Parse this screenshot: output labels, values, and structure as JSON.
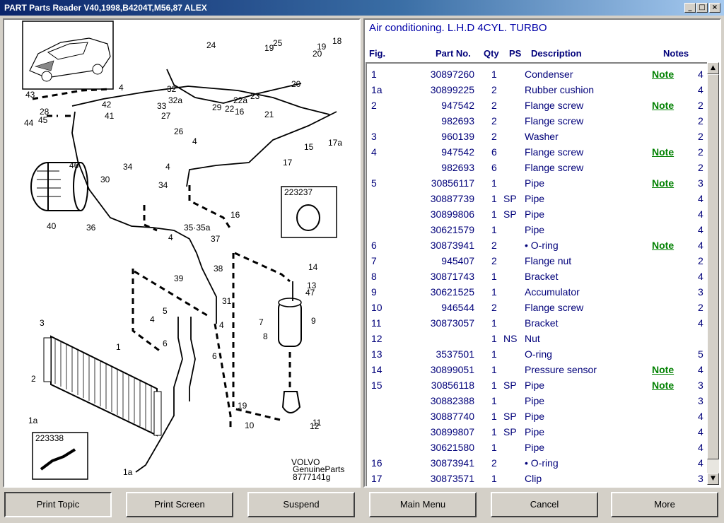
{
  "window": {
    "title": "PART Parts Reader V40,1998,B4204T,M56,87 ALEX",
    "minimize_glyph": "_",
    "maximize_glyph": "□",
    "close_glyph": "×"
  },
  "diagram": {
    "labels": [
      "1",
      "1a",
      "1a",
      "2",
      "3",
      "4",
      "4",
      "4",
      "4",
      "4",
      "4",
      "5",
      "6",
      "6",
      "7",
      "8",
      "9",
      "10",
      "11",
      "12",
      "13",
      "14",
      "15",
      "16",
      "16",
      "17",
      "17a",
      "18",
      "19",
      "19",
      "19",
      "20",
      "20",
      "21",
      "22",
      "22a",
      "23",
      "24",
      "25",
      "26",
      "27",
      "28",
      "29",
      "30",
      "31",
      "32",
      "32a",
      "33",
      "34",
      "34",
      "35·35a",
      "36",
      "37",
      "38",
      "39",
      "40",
      "41",
      "42",
      "43",
      "44",
      "45",
      "46",
      "47"
    ],
    "inset_top": "223237",
    "inset_bottom": "223338",
    "brand": "VOLVO",
    "brand_sub": "GenuineParts",
    "drawing_no": "8777141g"
  },
  "parts": {
    "heading": "Air conditioning. L.H.D 4CYL. TURBO",
    "columns": {
      "fig": "Fig.",
      "part": "Part No.",
      "qty": "Qty",
      "ps": "PS",
      "desc": "Description",
      "notes": "Notes"
    },
    "rows": [
      {
        "fig": "1",
        "part": "30897260",
        "qty": "1",
        "ps": "",
        "desc": "Condenser",
        "note": "Note",
        "num": "4"
      },
      {
        "fig": "1a",
        "part": "30899225",
        "qty": "2",
        "ps": "",
        "desc": "Rubber cushion",
        "note": "",
        "num": "4"
      },
      {
        "fig": "2",
        "part": "947542",
        "qty": "2",
        "ps": "",
        "desc": "Flange screw",
        "note": "Note",
        "num": "2"
      },
      {
        "fig": "",
        "part": "982693",
        "qty": "2",
        "ps": "",
        "desc": "Flange screw",
        "note": "",
        "num": "2"
      },
      {
        "fig": "3",
        "part": "960139",
        "qty": "2",
        "ps": "",
        "desc": "Washer",
        "note": "",
        "num": "2"
      },
      {
        "fig": "4",
        "part": "947542",
        "qty": "6",
        "ps": "",
        "desc": "Flange screw",
        "note": "Note",
        "num": "2"
      },
      {
        "fig": "",
        "part": "982693",
        "qty": "6",
        "ps": "",
        "desc": "Flange screw",
        "note": "",
        "num": "2"
      },
      {
        "fig": "5",
        "part": "30856117",
        "qty": "1",
        "ps": "",
        "desc": "Pipe",
        "note": "Note",
        "num": "3"
      },
      {
        "fig": "",
        "part": "30887739",
        "qty": "1",
        "ps": "SP",
        "desc": "Pipe",
        "note": "",
        "num": "4"
      },
      {
        "fig": "",
        "part": "30899806",
        "qty": "1",
        "ps": "SP",
        "desc": "Pipe",
        "note": "",
        "num": "4"
      },
      {
        "fig": "",
        "part": "30621579",
        "qty": "1",
        "ps": "",
        "desc": "Pipe",
        "note": "",
        "num": "4"
      },
      {
        "fig": "6",
        "part": "30873941",
        "qty": "2",
        "ps": "",
        "desc": "• O-ring",
        "note": "Note",
        "num": "4"
      },
      {
        "fig": "7",
        "part": "945407",
        "qty": "2",
        "ps": "",
        "desc": "Flange nut",
        "note": "",
        "num": "2"
      },
      {
        "fig": "8",
        "part": "30871743",
        "qty": "1",
        "ps": "",
        "desc": "Bracket",
        "note": "",
        "num": "4"
      },
      {
        "fig": "9",
        "part": "30621525",
        "qty": "1",
        "ps": "",
        "desc": "Accumulator",
        "note": "",
        "num": "3"
      },
      {
        "fig": "10",
        "part": "946544",
        "qty": "2",
        "ps": "",
        "desc": "Flange screw",
        "note": "",
        "num": "2"
      },
      {
        "fig": "11",
        "part": "30873057",
        "qty": "1",
        "ps": "",
        "desc": "Bracket",
        "note": "",
        "num": "4"
      },
      {
        "fig": "12",
        "part": "",
        "qty": "1",
        "ps": "NS",
        "desc": "Nut",
        "note": "",
        "num": ""
      },
      {
        "fig": "13",
        "part": "3537501",
        "qty": "1",
        "ps": "",
        "desc": "O-ring",
        "note": "",
        "num": "5"
      },
      {
        "fig": "14",
        "part": "30899051",
        "qty": "1",
        "ps": "",
        "desc": "Pressure sensor",
        "note": "Note",
        "num": "4"
      },
      {
        "fig": "15",
        "part": "30856118",
        "qty": "1",
        "ps": "SP",
        "desc": "Pipe",
        "note": "Note",
        "num": "3"
      },
      {
        "fig": "",
        "part": "30882388",
        "qty": "1",
        "ps": "",
        "desc": "Pipe",
        "note": "",
        "num": "3"
      },
      {
        "fig": "",
        "part": "30887740",
        "qty": "1",
        "ps": "SP",
        "desc": "Pipe",
        "note": "",
        "num": "4"
      },
      {
        "fig": "",
        "part": "30899807",
        "qty": "1",
        "ps": "SP",
        "desc": "Pipe",
        "note": "",
        "num": "4"
      },
      {
        "fig": "",
        "part": "30621580",
        "qty": "1",
        "ps": "",
        "desc": "Pipe",
        "note": "",
        "num": "4"
      },
      {
        "fig": "16",
        "part": "30873941",
        "qty": "2",
        "ps": "",
        "desc": "• O-ring",
        "note": "",
        "num": "4"
      },
      {
        "fig": "17",
        "part": "30873571",
        "qty": "1",
        "ps": "",
        "desc": "Clip",
        "note": "",
        "num": "3"
      }
    ]
  },
  "buttons": {
    "print_topic": "Print Topic",
    "print_screen": "Print Screen",
    "suspend": "Suspend",
    "main_menu": "Main Menu",
    "cancel": "Cancel",
    "more": "More"
  }
}
